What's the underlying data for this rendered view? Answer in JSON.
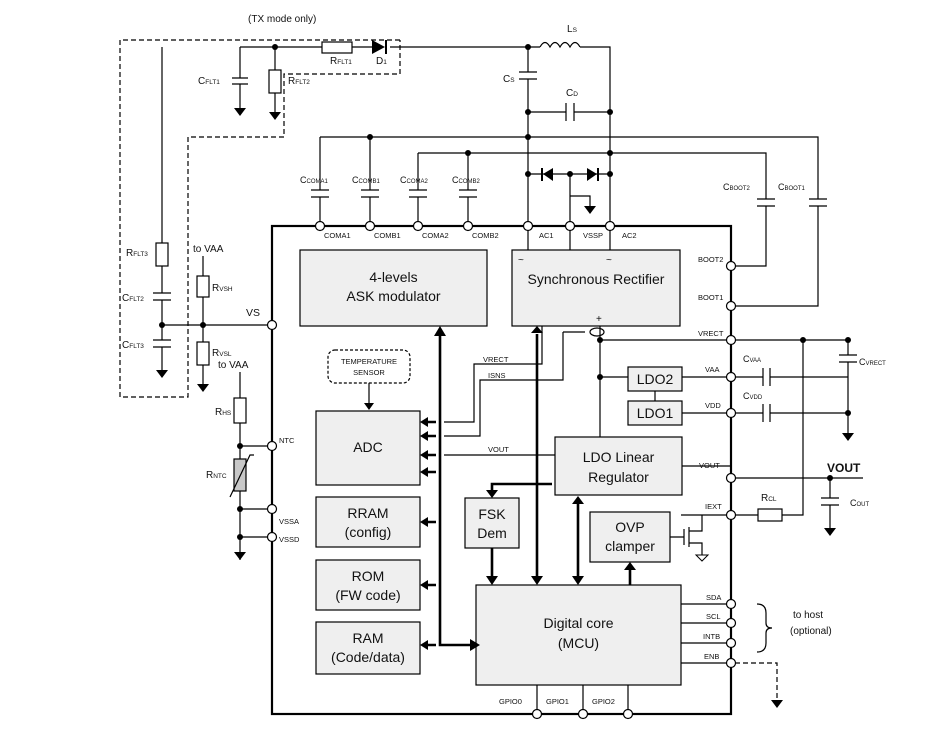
{
  "notes": {
    "tx_mode": "(TX mode only)",
    "to_vaa_1": "to VAA",
    "to_vaa_2": "to VAA",
    "to_host": "to host",
    "optional": "(optional)"
  },
  "blocks": {
    "ask_line1": "4-levels",
    "ask_line2": "ASK modulator",
    "rect": "Synchronous  Rectifier",
    "temp_line1": "TEMPERATURE",
    "temp_line2": "SENSOR",
    "adc": "ADC",
    "rram_line1": "RRAM",
    "rram_line2": "(config)",
    "rom_line1": "ROM",
    "rom_line2": "(FW code)",
    "ram_line1": "RAM",
    "ram_line2": "(Code/data)",
    "ldo2": "LDO2",
    "ldo1": "LDO1",
    "ldo_line1": "LDO Linear",
    "ldo_line2": "Regulator",
    "fsk_line1": "FSK",
    "fsk_line2": "Dem",
    "ovp_line1": "OVP",
    "ovp_line2": "clamper",
    "core_line1": "Digital core",
    "core_line2": "(MCU)"
  },
  "pins": {
    "coma1": "COMA1",
    "comb1": "COMB1",
    "coma2": "COMA2",
    "comb2": "COMB2",
    "ac1": "AC1",
    "vssp": "VSSP",
    "ac2": "AC2",
    "boot2": "BOOT2",
    "boot1": "BOOT1",
    "vrect": "VRECT",
    "vaa": "VAA",
    "vdd": "VDD",
    "vout": "VOUT",
    "iext": "IEXT",
    "sda": "SDA",
    "scl": "SCL",
    "intb": "INTB",
    "enb": "ENB",
    "vs": "VS",
    "ntc": "NTC",
    "vssa": "VSSA",
    "vssd": "VSSD",
    "gpio0": "GPIO0",
    "gpio1": "GPIO1",
    "gpio2": "GPIO2"
  },
  "signals": {
    "vrect": "VRECT",
    "isns": "ISNS",
    "vout": "VOUT",
    "plus": "+",
    "tilde": "~"
  },
  "vout_net": "VOUT",
  "components": {
    "rflt1_main": "R",
    "rflt1_sub": "FLT1",
    "d1_main": "D",
    "d1_sub": "1",
    "ls_main": "L",
    "ls_sub": "S",
    "cflt1_main": "C",
    "cflt1_sub": "FLT1",
    "rflt2_main": "R",
    "rflt2_sub": "FLT2",
    "cs_main": "C",
    "cs_sub": "S",
    "cd_main": "C",
    "cd_sub": "D",
    "rflt3_main": "R",
    "rflt3_sub": "FLT3",
    "cflt2_main": "C",
    "cflt2_sub": "FLT2",
    "cflt3_main": "C",
    "cflt3_sub": "FLT3",
    "rvsh_main": "R",
    "rvsh_sub": "VSH",
    "rvsl_main": "R",
    "rvsl_sub": "VSL",
    "rhs_main": "R",
    "rhs_sub": "HS",
    "rntc_main": "R",
    "rntc_sub": "NTC",
    "ccoma1_main": "C",
    "ccoma1_sub": "COMA1",
    "ccomb1_main": "C",
    "ccomb1_sub": "COMB1",
    "ccoma2_main": "C",
    "ccoma2_sub": "COMA2",
    "ccomb2_main": "C",
    "ccomb2_sub": "COMB2",
    "cboot2_main": "C",
    "cboot2_sub": "BOOT2",
    "cboot1_main": "C",
    "cboot1_sub": "BOOT1",
    "cvaa_main": "C",
    "cvaa_sub": "VAA",
    "cvdd_main": "C",
    "cvdd_sub": "VDD",
    "cvrect_main": "C",
    "cvrect_sub": "VRECT",
    "cout_main": "C",
    "cout_sub": "OUT",
    "rcl_main": "R",
    "rcl_sub": "CL"
  }
}
